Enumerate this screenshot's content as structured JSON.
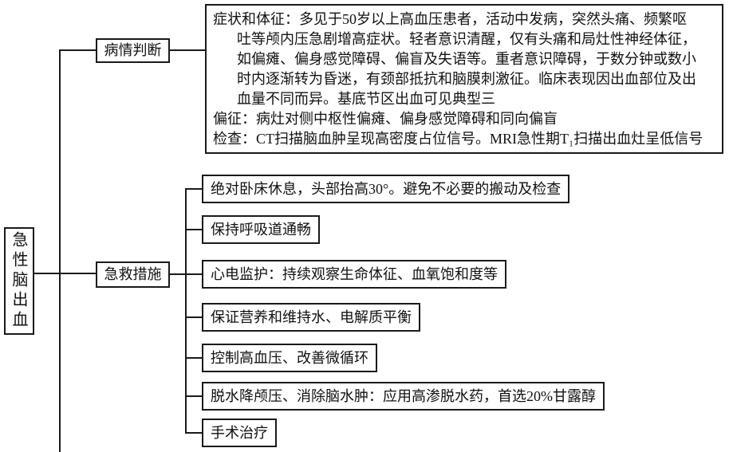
{
  "diagram": {
    "title_semantic": "急性脑出血急救流程图",
    "root": {
      "label": "急性脑出血"
    },
    "branches": [
      {
        "label": "病情判断"
      },
      {
        "label": "急救措施"
      }
    ],
    "condition_box": {
      "lines": [
        "症状和体征：多见于50岁以上高血压患者，活动中发病，突然头痛、频繁呕",
        "吐等颅内压急剧增高症状。轻者意识清醒，仅有头痛和局灶性神经体征，",
        "如偏瘫、偏身感觉障碍、偏盲及失语等。重者意识障碍，于数分钟或数小",
        "时内逐渐转为昏迷，有颈部抵抗和脑膜刺激征。临床表现因出血部位及出",
        "血量不同而异。基底节区出血可见典型三",
        "偏征：病灶对侧中枢性偏瘫、偏身感觉障碍和同向偏盲",
        "检查：CT扫描脑血肿呈现高密度占位信号。MRI急性期T₁扫描出血灶呈低信号"
      ]
    },
    "measures": [
      {
        "text": "绝对卧床休息，头部抬高30°。避免不必要的搬动及检查"
      },
      {
        "text": "保持呼吸道通畅"
      },
      {
        "text": "心电监护：持续观察生命体征、血氧饱和度等"
      },
      {
        "text": "保证营养和维持水、电解质平衡"
      },
      {
        "text": "控制高血压、改善微循环"
      },
      {
        "text": "脱水降颅压、消除脑水肿：应用高渗脱水药，首选20%甘露醇"
      },
      {
        "text": "手术治疗"
      }
    ],
    "colors": {
      "line": "#1a1a1a",
      "text": "#111111",
      "background": "#ffffff"
    }
  }
}
